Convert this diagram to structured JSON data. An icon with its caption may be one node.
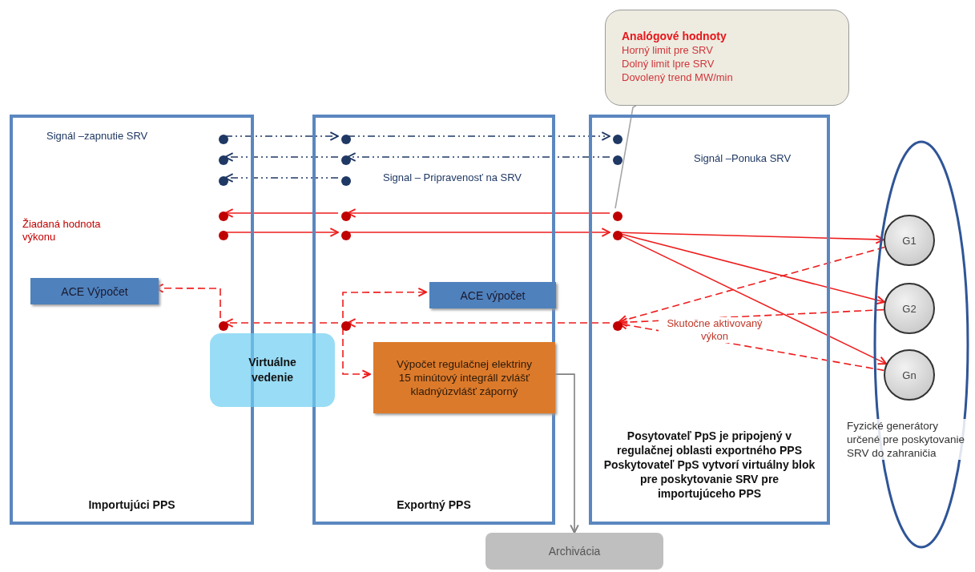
{
  "diagram": {
    "nodes": [
      {
        "text": [
          "Analógové hodnoty",
          "Horný limit pre SRV Dolný limit lpre SRV Dovolený trend MW/min"
        ]
      },
      {
        "text": [
          "Importujúci PPS"
        ]
      },
      {
        "text": [],
        "shape": "circle",
        "in": 1
      },
      {
        "text": [],
        "shape": "circle",
        "in": 1
      },
      {
        "text": [],
        "shape": "circle",
        "in": 1
      },
      {
        "text": [],
        "shape": "circle",
        "in": 1
      },
      {
        "text": [],
        "shape": "circle",
        "in": 1
      },
      {
        "text": [
          "ACE Výpočet"
        ],
        "in": 1
      },
      {
        "text": [],
        "shape": "circle",
        "in": 1
      },
      {
        "text": [
          "Exportný PPS"
        ]
      },
      {
        "text": [],
        "shape": "circle",
        "in": 9
      },
      {
        "text": [],
        "shape": "circle",
        "in": 9
      },
      {
        "text": [],
        "shape": "circle",
        "in": 9
      },
      {
        "text": [],
        "shape": "circle",
        "in": 9
      },
      {
        "text": [],
        "shape": "circle",
        "in": 9
      },
      {
        "text": [
          "ACE výpočet"
        ],
        "in": 9
      },
      {
        "text": [],
        "shape": "circle",
        "in": 9
      },
      {
        "text": [
          "Výpočet regulačnej elektriny 15 minútový integráll zvlášť kladnýúzvlášť záporný"
        ],
        "in": 9
      },
      {
        "text": [
          "Posytovateľ PpS je pripojený v regulačnej oblasti exportného PPS",
          "Poskytovateľ PpS vytvorí virtuálny blok pre poskytovanie SRV pre importujúceho PPS"
        ]
      },
      {
        "text": [],
        "shape": "circle",
        "in": 18
      },
      {
        "text": [],
        "shape": "circle",
        "in": 18
      },
      {
        "text": [],
        "shape": "circle",
        "in": 18
      },
      {
        "text": [],
        "shape": "circle",
        "in": 18
      },
      {
        "text": [],
        "shape": "circle",
        "in": 18
      },
      {
        "text": [
          "Virtuálne vedenie"
        ]
      },
      {
        "text": [
          "Fyzické generátory určené pre poskytovanie SRV do zahraničia"
        ]
      },
      {
        "text": [
          "G1"
        ],
        "in": 25
      },
      {
        "text": [
          "G2"
        ],
        "in": 25
      },
      {
        "text": [
          "Gn"
        ],
        "in": 25
      },
      {
        "text": [
          "Archivácia"
        ]
      }
    ],
    "edges": [
      {
        "from": 2,
        "to": 10,
        "arrow": "to",
        "style": "dashed",
        "color": "#1f3864"
      },
      {
        "from": 10,
        "to": 19,
        "arrow": "to",
        "style": "dashed",
        "color": "#1f3864"
      },
      {
        "from": 11,
        "to": 3,
        "arrow": "to",
        "style": "dashed",
        "color": "#1f3864"
      },
      {
        "from": 20,
        "to": 11,
        "arrow": "to",
        "style": "dashed",
        "color": "#1f3864"
      },
      {
        "from": 12,
        "to": 4,
        "arrow": "to",
        "style": "dashed",
        "color": "#1f3864"
      },
      {
        "from": 21,
        "to": 13,
        "arrow": "to"
      },
      {
        "from": 13,
        "to": 5,
        "arrow": "to"
      },
      {
        "from": 6,
        "to": 14,
        "arrow": "to"
      },
      {
        "from": 14,
        "to": 22,
        "arrow": "to"
      },
      {
        "from": 22,
        "to": 26,
        "arrow": "to"
      },
      {
        "from": 22,
        "to": 27,
        "arrow": "to"
      },
      {
        "from": 22,
        "to": 28,
        "arrow": "to"
      },
      {
        "from": 26,
        "to": 23,
        "arrow": "to",
        "style": "dashed"
      },
      {
        "from": 27,
        "to": 23,
        "arrow": "to",
        "style": "dashed"
      },
      {
        "from": 28,
        "to": 23,
        "arrow": "to",
        "style": "dashed"
      },
      {
        "from": 23,
        "to": 16,
        "arrow": "to",
        "style": "dashed"
      },
      {
        "from": 16,
        "to": 8,
        "arrow": "to",
        "style": "dashed"
      },
      {
        "from": 8,
        "to": 7,
        "arrow": "to",
        "style": "dashed"
      },
      {
        "from": 16,
        "to": 15,
        "arrow": "to",
        "style": "dashed"
      },
      {
        "from": 16,
        "to": 17,
        "arrow": "to",
        "style": "dashed"
      },
      {
        "from": 17,
        "to": 29,
        "arrow": "to",
        "color": "#808080"
      },
      {
        "from": 0,
        "to": 21,
        "arrow": "none",
        "color": "#a6a6a6"
      }
    ],
    "labels": [
      "Signál –zapnutie SRV",
      "Signál –Ponuka SRV",
      "Signal – Pripravenosť na SRV",
      "Žiadaná hodnota výkonu",
      "Skutočne aktivovaný výkon"
    ]
  }
}
